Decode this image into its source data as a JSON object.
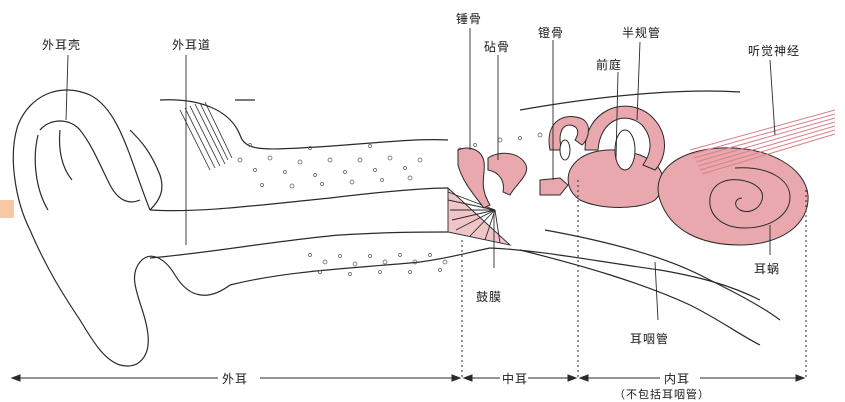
{
  "labels": {
    "outer_ear_shell": "外耳壳",
    "ear_canal": "外耳道",
    "malleus": "锤骨",
    "incus": "砧骨",
    "stapes": "镫骨",
    "semicircular_canals": "半规管",
    "vestibule": "前庭",
    "auditory_nerve": "听觉神经",
    "cochlea": "耳蜗",
    "eustachian_tube": "耳咽管",
    "eardrum": "鼓膜"
  },
  "regions": {
    "outer_ear": "外耳",
    "middle_ear": "中耳",
    "inner_ear": "内耳",
    "inner_ear_note": "（不包括耳咽管）"
  },
  "colors": {
    "line": "#2a2a2a",
    "pink": "#e8a8ad",
    "pink_dark": "#c97880",
    "nerve": "#d98088",
    "orange_mark": "#f6c9a4"
  }
}
